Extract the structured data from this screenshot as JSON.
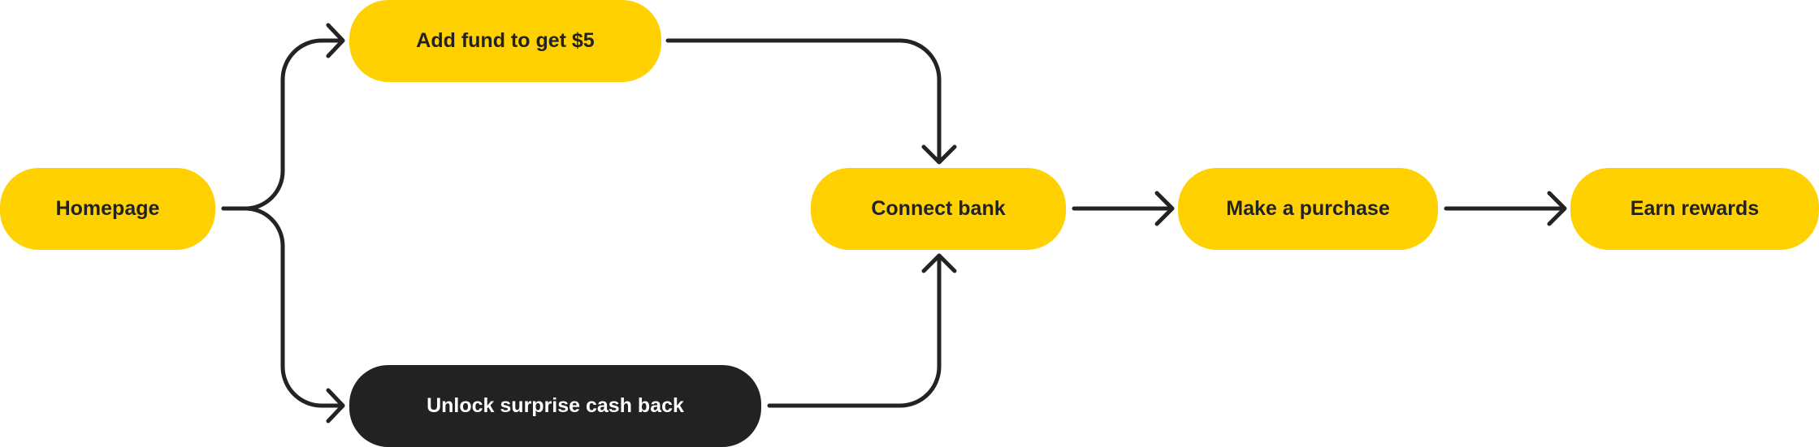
{
  "nodes": {
    "homepage": "Homepage",
    "add_fund": "Add fund to get $5",
    "unlock_cash_back": "Unlock surprise cash back",
    "connect_bank": "Connect bank",
    "make_purchase": "Make a purchase",
    "earn_rewards": "Earn rewards"
  },
  "edges": [
    {
      "from": "Homepage",
      "to": "Add fund to get $5"
    },
    {
      "from": "Homepage",
      "to": "Unlock surprise cash back"
    },
    {
      "from": "Add fund to get $5",
      "to": "Connect bank"
    },
    {
      "from": "Unlock surprise cash back",
      "to": "Connect bank"
    },
    {
      "from": "Connect bank",
      "to": "Make a purchase"
    },
    {
      "from": "Make a purchase",
      "to": "Earn rewards"
    }
  ],
  "colors": {
    "accent": "#FFD100",
    "dark": "#222222",
    "line": "#232323"
  }
}
